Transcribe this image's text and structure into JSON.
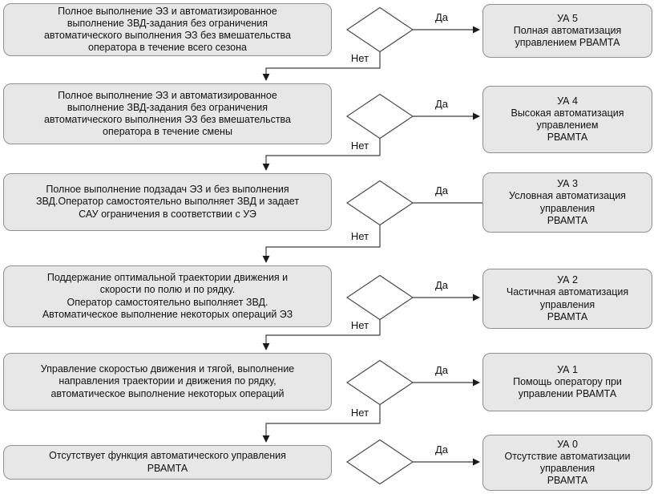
{
  "diagram": {
    "yes_label": "Да",
    "no_label": "Нет",
    "colors": {
      "box_fill": "#e7e7e7",
      "box_border": "#8f8f8f",
      "diamond_fill": "#ffffff",
      "line": "#3f3f3f",
      "text": "#111111"
    },
    "rows": [
      {
        "condition": "Полное выполнение ЭЗ и автоматизированное\nвыполнение ЗВД-задания без ограничения\nавтоматического выполнения ЭЗ без вмешательства\nоператора в течение всего сезона",
        "level_title": "УА 5",
        "level_desc": "Полная автоматизация\nуправлением РВАМТА"
      },
      {
        "condition": "Полное выполнение ЭЗ и автоматизированное\nвыполнение ЗВД-задания без ограничения\nавтоматического выполнения ЭЗ без вмешательства\nоператора в течение смены",
        "level_title": "УА 4",
        "level_desc": "Высокая автоматизация\nуправлением\nРВАМТА"
      },
      {
        "condition": "Полное выполнение подзадач ЭЗ и без выполнения\nЗВД.Оператор самостоятельно выполняет ЗВД и задает\nСАУ ограничения в соответствии с УЭ",
        "level_title": "УА 3",
        "level_desc": "Условная автоматизация\nуправления\nРВАМТА"
      },
      {
        "condition": "Поддержание оптимальной траектории движения и\nскорости по полю и по рядку.\nОператор самостоятельно выполняет ЗВД.\nАвтоматическое выполнение некоторых операций ЭЗ",
        "level_title": "УА 2",
        "level_desc": "Частичная автоматизация\nуправления\nРВАМТА"
      },
      {
        "condition": "Управление скоростью движения и тягой, выполнение\nнаправления траектории и движения по рядку,\nавтоматическое выполнение некоторых операций",
        "level_title": "УА 1",
        "level_desc": "Помощь оператору при\nуправлении РВАМТА"
      },
      {
        "condition": "Отсутствует функция автоматического управления\nРВАМТА",
        "level_title": "УА 0",
        "level_desc": "Отсутствие автоматизации\nуправления\nРВАМТА"
      }
    ]
  }
}
